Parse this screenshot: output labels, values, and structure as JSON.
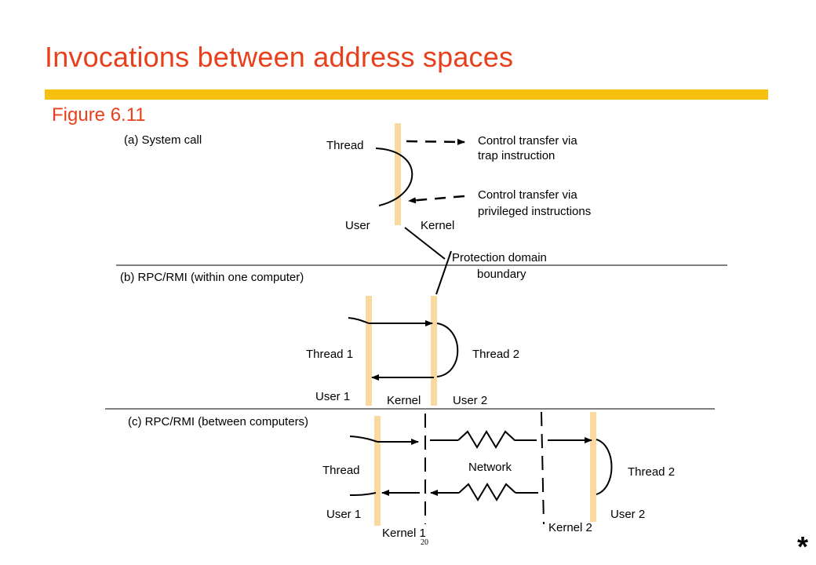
{
  "slide": {
    "title": "Invocations between address spaces",
    "figure_label": "Figure 6.11",
    "page_number": "20",
    "star_mark": "*"
  },
  "section_a": {
    "heading": "(a) System call",
    "thread_label": "Thread",
    "user_label": "User",
    "kernel_label": "Kernel",
    "transfer_trap_line1": "Control transfer via",
    "transfer_trap_line2": "trap instruction",
    "transfer_priv_line1": "Control transfer via",
    "transfer_priv_line2": "privileged instructions"
  },
  "boundary": {
    "line1": "Protection domain",
    "line2": "boundary"
  },
  "section_b": {
    "heading": "(b) RPC/RMI (within one computer)",
    "thread1_label": "Thread 1",
    "thread2_label": "Thread 2",
    "user1_label": "User 1",
    "kernel_label": "Kernel",
    "user2_label": "User 2"
  },
  "section_c": {
    "heading": "(c) RPC/RMI (between computers)",
    "thread_label": "Thread",
    "network_label": "Network",
    "thread2_label": "Thread 2",
    "user1_label": "User 1",
    "kernel1_label": "Kernel 1",
    "kernel2_label": "Kernel 2",
    "user2_label": "User 2"
  },
  "colors": {
    "title": "#e8401c",
    "accent_bar": "#f5c10e",
    "domain_boundary_bar": "#fad9a0",
    "lines": "#000000"
  }
}
